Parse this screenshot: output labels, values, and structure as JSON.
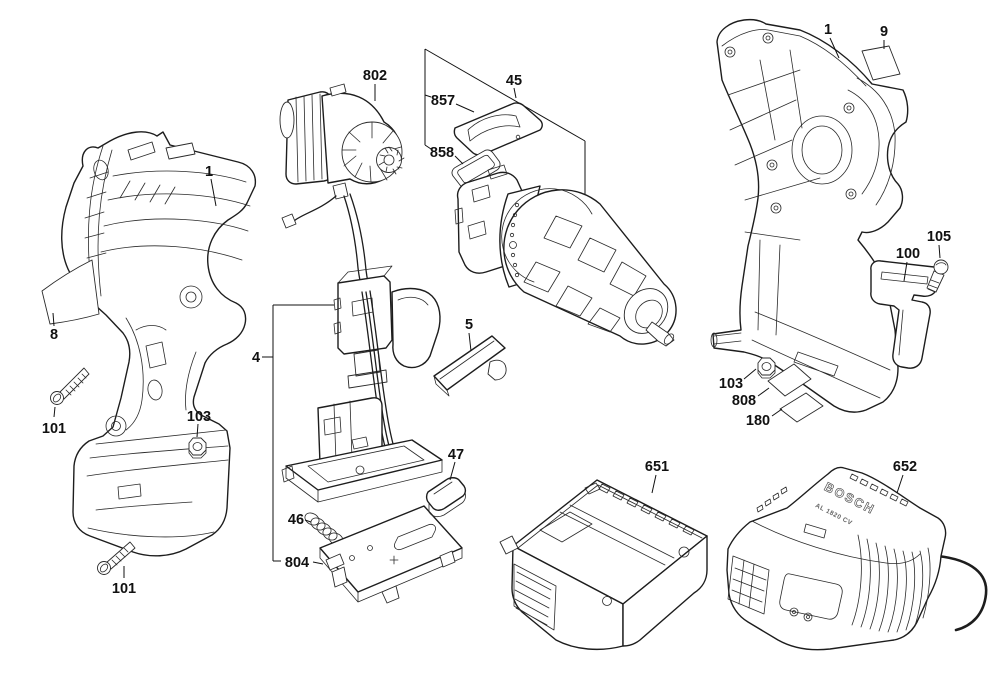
{
  "diagram": {
    "kind": "exploded-parts-diagram",
    "background_color": "#ffffff",
    "line_color": "#1d1d1d",
    "callouts": [
      {
        "part": "housing-half-left",
        "label": "1"
      },
      {
        "part": "sticker-left",
        "label": "8"
      },
      {
        "part": "screw-upper-left",
        "label": "101"
      },
      {
        "part": "hex-nut-left",
        "label": "103"
      },
      {
        "part": "screw-lower-left",
        "label": "101"
      },
      {
        "part": "switch-assembly",
        "label": "4"
      },
      {
        "part": "motor",
        "label": "802"
      },
      {
        "part": "gearbox-chuck-group",
        "label": "45"
      },
      {
        "part": "slide-plate",
        "label": "857"
      },
      {
        "part": "wire-clip",
        "label": "858"
      },
      {
        "part": "flat-clip",
        "label": "5"
      },
      {
        "part": "cover-cap",
        "label": "47"
      },
      {
        "part": "spring",
        "label": "46"
      },
      {
        "part": "base-plate",
        "label": "804"
      },
      {
        "part": "housing-half-right",
        "label": "1"
      },
      {
        "part": "sticker-right",
        "label": "9"
      },
      {
        "part": "belt-hook",
        "label": "100"
      },
      {
        "part": "screw-right",
        "label": "105"
      },
      {
        "part": "hex-nut-right",
        "label": "103"
      },
      {
        "part": "sticker-808",
        "label": "808"
      },
      {
        "part": "sticker-180",
        "label": "180"
      },
      {
        "part": "battery-pack",
        "label": "651"
      },
      {
        "part": "battery-charger",
        "label": "652"
      }
    ],
    "charger_markings": {
      "brand": "BOSCH",
      "model": "AL 1820 CV"
    }
  }
}
